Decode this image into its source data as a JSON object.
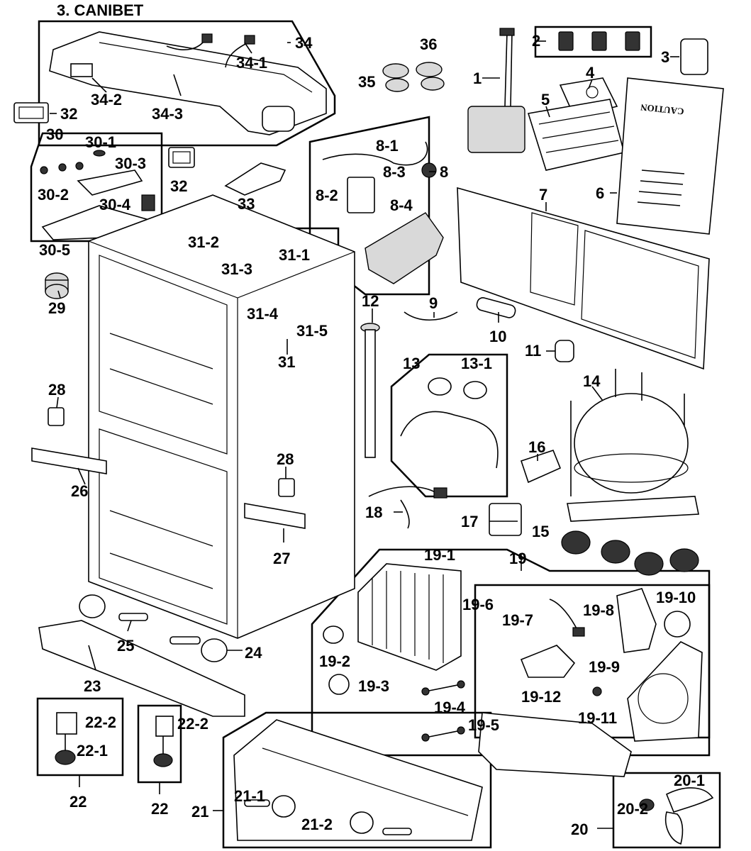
{
  "title": "3. CANIBET",
  "warning_label_text": "CAUTION",
  "callouts": {
    "c1": "1",
    "c2": "2",
    "c3": "3",
    "c4": "4",
    "c5": "5",
    "c6": "6",
    "c7": "7",
    "c8": "8",
    "c8_1": "8-1",
    "c8_2": "8-2",
    "c8_3": "8-3",
    "c8_4": "8-4",
    "c9": "9",
    "c10": "10",
    "c11": "11",
    "c12": "12",
    "c13": "13",
    "c13_1": "13-1",
    "c14": "14",
    "c15": "15",
    "c16": "16",
    "c17": "17",
    "c18": "18",
    "c19": "19",
    "c19_1": "19-1",
    "c19_2": "19-2",
    "c19_3": "19-3",
    "c19_4": "19-4",
    "c19_5": "19-5",
    "c19_6": "19-6",
    "c19_7": "19-7",
    "c19_8": "19-8",
    "c19_9": "19-9",
    "c19_10": "19-10",
    "c19_11": "19-11",
    "c19_12": "19-12",
    "c20": "20",
    "c20_1": "20-1",
    "c20_2": "20-2",
    "c21": "21",
    "c21_1": "21-1",
    "c21_2": "21-2",
    "c22_a": "22",
    "c22_b": "22",
    "c22_1": "22-1",
    "c22_2_a": "22-2",
    "c22_2_b": "22-2",
    "c23": "23",
    "c24": "24",
    "c25": "25",
    "c26": "26",
    "c27": "27",
    "c28_a": "28",
    "c28_b": "28",
    "c29": "29",
    "c30": "30",
    "c30_1": "30-1",
    "c30_2": "30-2",
    "c30_3": "30-3",
    "c30_4": "30-4",
    "c30_5": "30-5",
    "c31": "31",
    "c31_1": "31-1",
    "c31_2": "31-2",
    "c31_3": "31-3",
    "c31_4": "31-4",
    "c31_5": "31-5",
    "c32_a": "32",
    "c32_b": "32",
    "c33": "33",
    "c34": "34",
    "c34_1": "34-1",
    "c34_2": "34-2",
    "c34_3": "34-3",
    "c35": "35",
    "c36": "36"
  }
}
